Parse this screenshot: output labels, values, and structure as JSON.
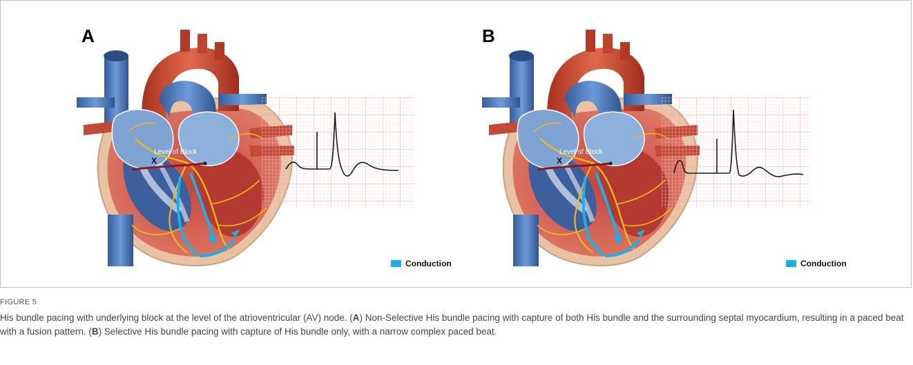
{
  "figure": {
    "label": "FIGURE 5",
    "caption_parts": {
      "intro": "His bundle pacing with underlying block at the level of the atrioventricular (AV) node. (",
      "a_letter": "A",
      "a_text": ") Non-Selective His bundle pacing with capture of both His bundle and the surrounding septal myocardium, resulting in a paced beat with a fusion pattern. (",
      "b_letter": "B",
      "b_text": ") Selective His bundle pacing with capture of His bundle only, with a narrow complex paced beat."
    }
  },
  "panels": [
    {
      "letter": "A",
      "block_label": "Level of Block",
      "block_marker": "X",
      "legend_label": "Conduction"
    },
    {
      "letter": "B",
      "block_label": "Level of Block",
      "block_marker": "X",
      "legend_label": "Conduction"
    }
  ],
  "colors": {
    "conduction": "#1ab0e8",
    "conduction_fibers": "#f0b81a",
    "ecg_grid_major": "#f2a6a6",
    "ecg_grid_minor": "#fbdcdc",
    "aorta": "#c8452e",
    "vena_cava": "#4a79c0",
    "myocardium": "#d9534a"
  },
  "icons": {
    "legend_swatch": "conduction-swatch-icon"
  }
}
